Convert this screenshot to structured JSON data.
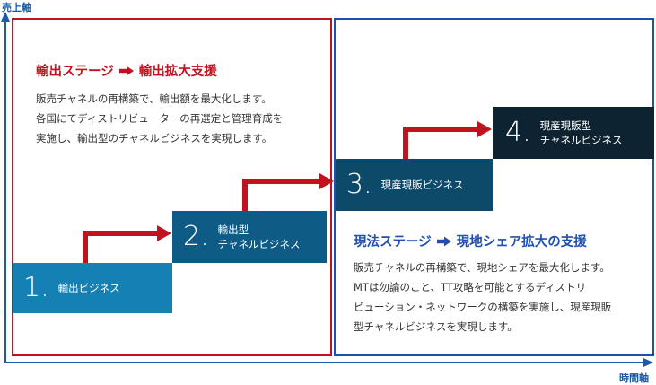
{
  "axes": {
    "y_label": "売上軸",
    "x_label": "時間軸"
  },
  "export_stage": {
    "title_left": "輸出ステージ",
    "title_right": "輸出拡大支援",
    "description": [
      "販売チャネルの再構築で、輸出額を最大化します。",
      "各国にてディストリビューターの再選定と管理育成を",
      "実施し、輸出型のチャネルビジネスを実現します。"
    ]
  },
  "local_stage": {
    "title_left": "現法ステージ",
    "title_right": "現地シェア拡大の支援",
    "description": [
      "販売チャネルの再構築で、現地シェアを最大化します。",
      "MTは勿論のこと、TT攻略を可能とするディストリ",
      "ビューション・ネットワークの構築を実施し、現産現販",
      "型チャネルビジネスを実現します。"
    ]
  },
  "steps": [
    {
      "number": "1.",
      "lines": [
        "輸出ビジネス"
      ]
    },
    {
      "number": "2.",
      "lines": [
        "輸出型",
        "チャネルビジネス"
      ]
    },
    {
      "number": "3.",
      "lines": [
        "現産現販ビジネス"
      ]
    },
    {
      "number": "4.",
      "lines": [
        "現産現販型",
        "チャネルビジネス"
      ]
    }
  ],
  "colors": {
    "axis": "#1b5aa8",
    "export_accent": "#c1121f",
    "local_accent": "#1f4fb0",
    "step_arrow": "#c1121f",
    "step1": "#1580b3",
    "step2": "#0e5b86",
    "step3": "#0d4a6a",
    "step4": "#0d2331"
  }
}
